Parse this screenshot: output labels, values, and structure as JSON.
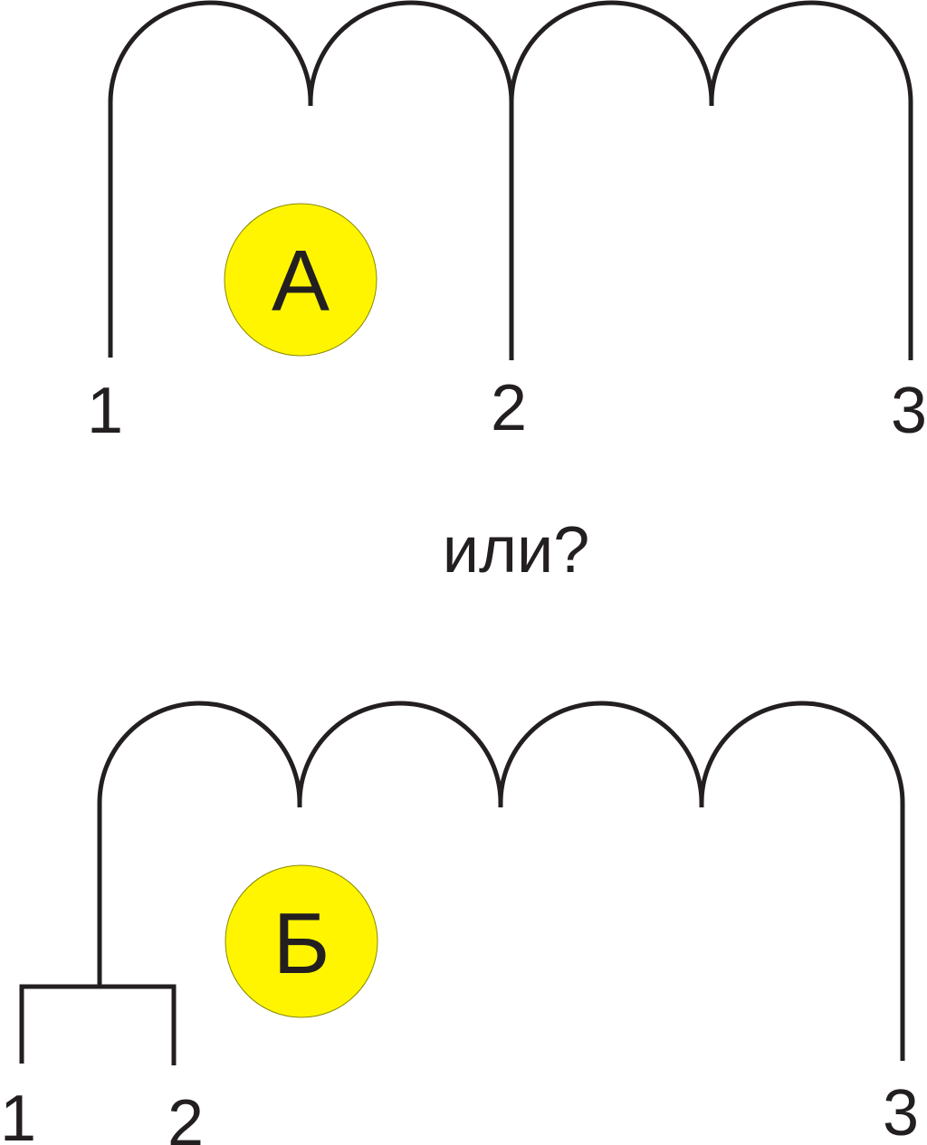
{
  "diagram_a": {
    "badge": "А",
    "terminals": [
      "1",
      "2",
      "3"
    ]
  },
  "question": "или?",
  "diagram_b": {
    "badge": "Б",
    "terminals": [
      "1",
      "2",
      "3"
    ]
  },
  "colors": {
    "wire": "#231f20",
    "badge_fill": "#fff500"
  }
}
